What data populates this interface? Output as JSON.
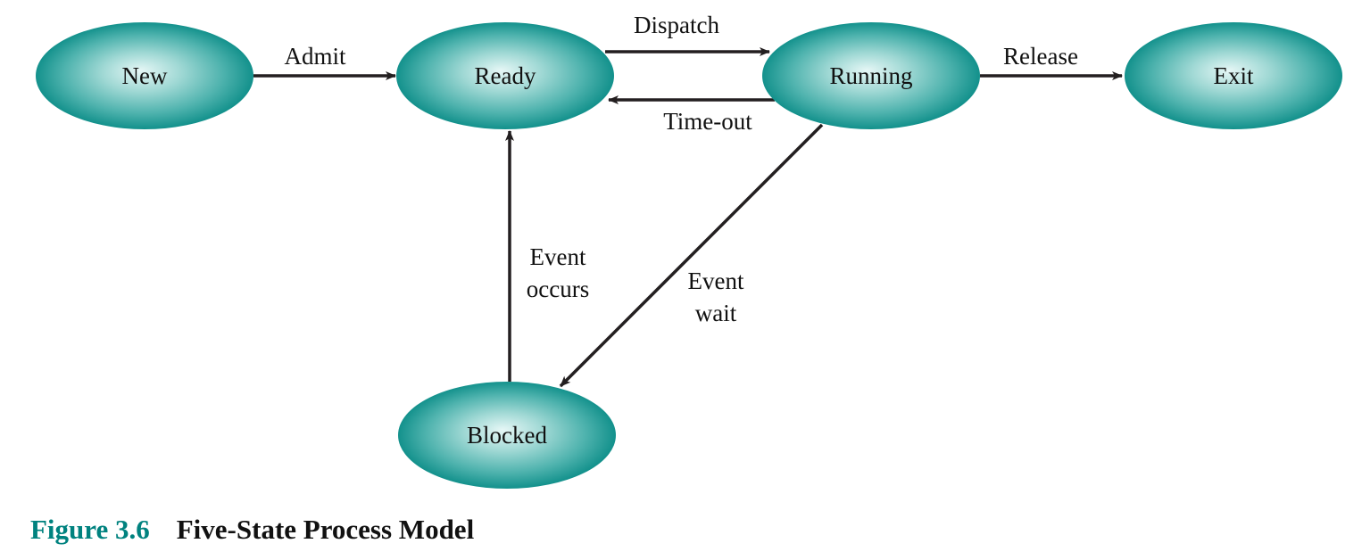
{
  "colors": {
    "node_center": "#e6f7f6",
    "node_mid": "#4fb3ae",
    "node_edge": "#0a8c87",
    "arrow": "#231f20",
    "caption_number": "#00827f"
  },
  "states": {
    "new": "New",
    "ready": "Ready",
    "running": "Running",
    "exit": "Exit",
    "blocked": "Blocked"
  },
  "transitions": {
    "admit": "Admit",
    "dispatch": "Dispatch",
    "timeout": "Time-out",
    "release": "Release",
    "event_occurs": [
      "Event",
      "occurs"
    ],
    "event_wait": [
      "Event",
      "wait"
    ]
  },
  "caption": {
    "number": "Figure 3.6",
    "title": "Five-State Process Model"
  }
}
